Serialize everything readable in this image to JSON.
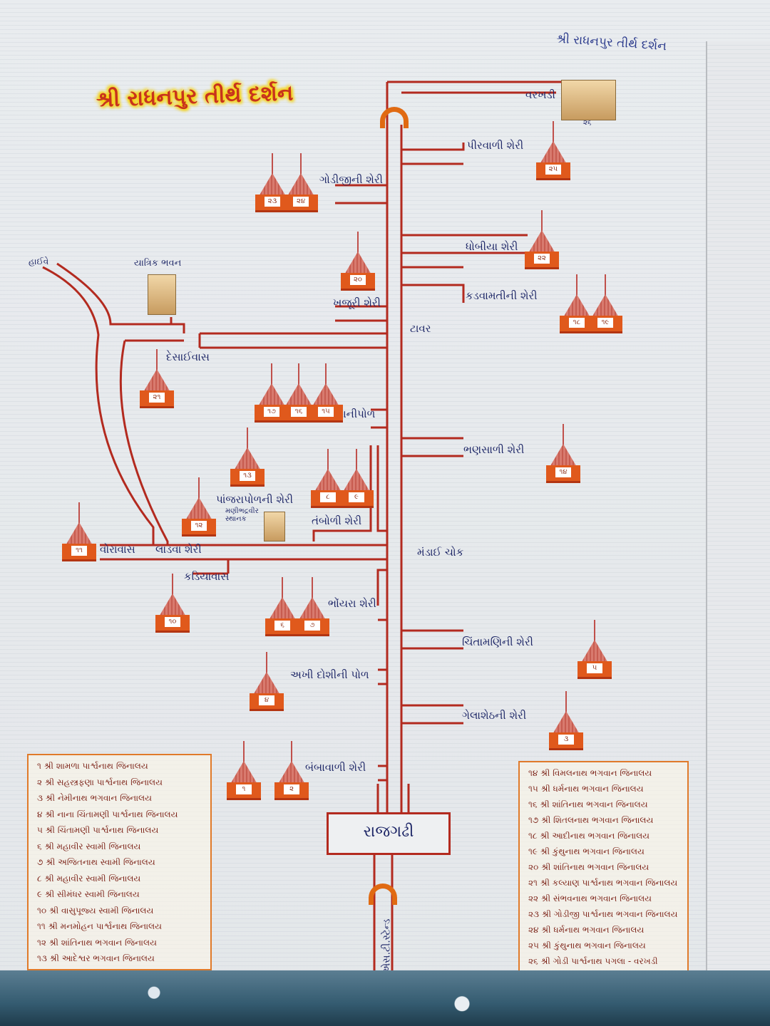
{
  "header": {
    "page_title": "શ્રી રાધનપુર તીર્થ દર્શન"
  },
  "map": {
    "title": "શ્રી રાધનપુર તીર્થ દર્શન",
    "labels": {
      "varakhadi": "વરખડી",
      "photo_26": "૨૬",
      "pirvali": "પીરવાળી શેરી",
      "godiji": "ગોડીજીની શેરી",
      "dhobiya": "ધોબીયા શેરી",
      "highway": "હાઈવે",
      "yatrik": "યાત્રિક ભવન",
      "khajuri": "ખજૂરી શેરી",
      "kadvamati": "કડવામતીની શેરી",
      "tower": "ટાવર",
      "desaivas": "દેસાઈવાસ",
      "bhanipol": "ભાનીપોળ",
      "bhansali": "ભણસાળી શેરી",
      "panjrapol": "પાંજરાપોળની શેરી",
      "manibhadra": "મણીભદ્રવીર\nસ્થાનક",
      "tamboli": "તંબોળી શેરી",
      "voravas": "વોરાવાસ",
      "ladva": "લાડવા શેરી",
      "mandai": "મંડાઈ ચોક",
      "kadiyavas": "કડિયાવાસ",
      "bhoyra": "ભોંયરા શેરી",
      "chintamani": "ચિંતામણિની શેરી",
      "akhidoshi": "અખી દોશીની પોળ",
      "gelasheth": "ગેલાશેઠની શેરી",
      "bambavali": "બંબાવાળી શેરી",
      "rajgadhi": "રાજગઢી",
      "st_stand": "એસ.ટી.સ્ટેન્ડ"
    },
    "temples": [
      "૨૫",
      "૨૩",
      "૨૪",
      "૨૨",
      "૨૦",
      "૧૮",
      "૧૯",
      "૨૧",
      "૧૭",
      "૧૬",
      "૧૫",
      "૧૪",
      "૧૩",
      "૮",
      "૯",
      "૧૨",
      "૧૧",
      "૧૦",
      "૬",
      "૭",
      "૫",
      "૪",
      "૩",
      "૧",
      "૨"
    ]
  },
  "legend_left": [
    "૧  શ્રી શામળા પાર્શ્વનાથ જિનાલય",
    "૨  શ્રી સહસ્ત્રફણા પાર્શ્વનાથ જિનાલય",
    "૩  શ્રી નેમીનાથ ભગવાન જિનાલય",
    "૪  શ્રી નાના ચિંતામણી પાર્શ્વનાથ જિનાલય",
    "૫  શ્રી ચિંતામણી પાર્શ્વનાથ જિનાલય",
    "૬  શ્રી મહાવીર સ્વામી જિનાલય",
    "૭  શ્રી અજિતનાથ સ્વામી જિનાલય",
    "૮  શ્રી મહાવીર સ્વામી જિનાલય",
    "૯  શ્રી સીમંધર સ્વામી જિનાલય",
    "૧૦ શ્રી વાસુપૂજ્ય સ્વામી જિનાલય",
    "૧૧ શ્રી મનમોહન પાર્શ્વનાથ જિનાલય",
    "૧૨ શ્રી શાંતિનાથ ભગવાન જિનાલય",
    "૧૩ શ્રી આદેશ્વર ભગવાન જિનાલય"
  ],
  "legend_right": [
    "૧૪ શ્રી વિમલનાથ ભગવાન જિનાલય",
    "૧૫ શ્રી ધર્મનાથ ભગવાન જિનાલય",
    "૧૬ શ્રી શાંતિનાથ ભગવાન જિનાલય",
    "૧૭ શ્રી શિતલનાથ ભગવાન જિનાલય",
    "૧૮ શ્રી આદીનાથ ભગવાન જિનાલય",
    "૧૯ શ્રી કુંથુનાથ ભગવાન જિનાલય",
    "૨૦ શ્રી શાંતિનાથ ભગવાન જિનાલય",
    "૨૧ શ્રી કલ્યાણ પાર્શ્વનાથ ભગવાન જિનાલય",
    "૨૨ શ્રી સંભવનાથ ભગવાન જિનાલય",
    "૨૩ શ્રી ગોડીજી પાર્શ્વનાથ ભગવાન જિનાલય",
    "૨૪ શ્રી ધર્મનાથ ભગવાન જિનાલય",
    "૨૫ શ્રી કુંથુનાથ ભગવાન જિનાલય",
    "૨૬ શ્રી ગોડી પાર્શ્વનાથ પગલા - વરખડી"
  ],
  "colors": {
    "road": "#b32a1f",
    "temple_base": "#e0591c",
    "text": "#1c2566",
    "title": "#c8331d",
    "title_glow": "#f5d20f"
  }
}
